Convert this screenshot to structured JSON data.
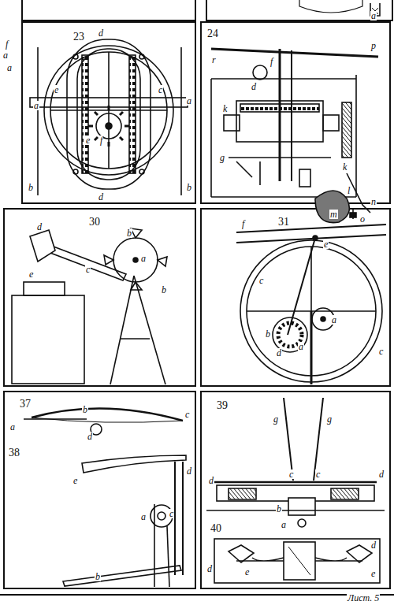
{
  "diagram": {
    "nodes": [],
    "edges": [],
    "labels": [
      "a",
      "a",
      "f",
      "a",
      "23",
      "d",
      "a",
      "a",
      "e",
      "c",
      "e",
      "f",
      "d",
      "b",
      "b",
      "24",
      "r",
      "d",
      "f",
      "p",
      "k",
      "k",
      "g",
      "l",
      "m",
      "n",
      "o",
      "30",
      "d",
      "b",
      "c",
      "a",
      "b",
      "e",
      "31",
      "f",
      "e",
      "c",
      "a",
      "b",
      "d",
      "a",
      "c",
      "37",
      "a",
      "b",
      "c",
      "d",
      "38",
      "d",
      "e",
      "a",
      "c",
      "b",
      "39",
      "g",
      "g",
      "d",
      "c",
      "c",
      "d",
      "b",
      "a",
      "40",
      "d",
      "e",
      "e",
      "d",
      "Лист. 5"
    ]
  }
}
